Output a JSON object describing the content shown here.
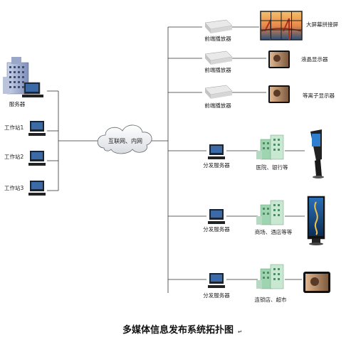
{
  "diagram": {
    "title": "多媒体信息发布系统拓扑图",
    "title_mark": "↵",
    "network": {
      "label": "互联网、内网"
    },
    "left_nodes": [
      {
        "label": "服务器"
      },
      {
        "label": "工作站1"
      },
      {
        "label": "工作站2"
      },
      {
        "label": "工作站3"
      }
    ],
    "players": [
      {
        "label": "前端播放器",
        "display_label": "大屏幕拼接屏"
      },
      {
        "label": "前端播放器",
        "display_label": "液晶显示器"
      },
      {
        "label": "前端播放器",
        "display_label": "等离子显示器"
      }
    ],
    "distribution": [
      {
        "label": "分发服务器",
        "site_label": "医院、银行等"
      },
      {
        "label": "分发服务器",
        "site_label": "商场、酒店等等"
      },
      {
        "label": "分发服务器",
        "site_label": "连锁店、超市"
      }
    ]
  }
}
